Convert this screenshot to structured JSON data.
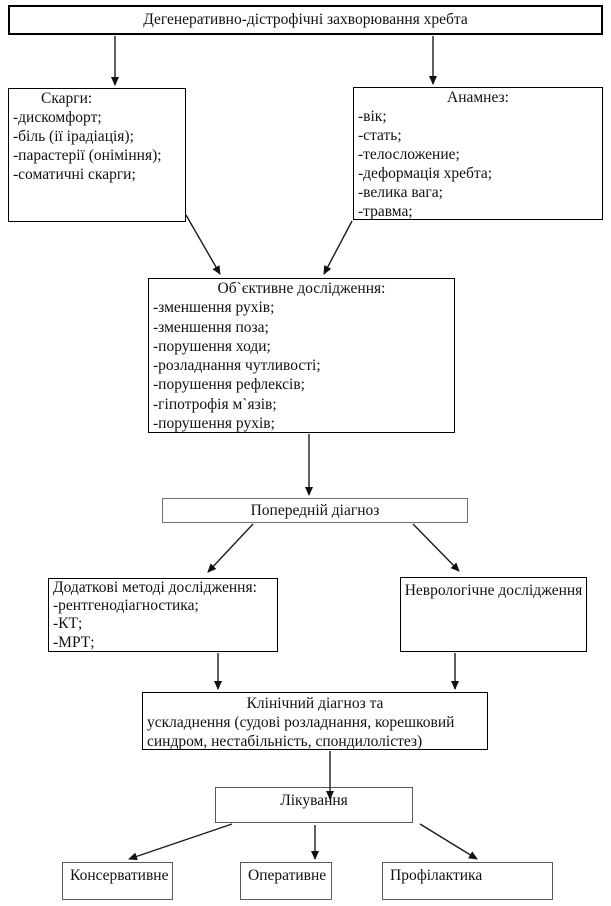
{
  "diagram": {
    "title": "Дегенеративно-дістрофічні захворювання хребта",
    "boxes": {
      "complaints": {
        "heading": "Скарги:",
        "items": [
          "-дискомфорт;",
          "-біль (ії ірадіація);",
          "-парастерії (оніміння);",
          "-соматичні скарги;"
        ]
      },
      "anamnesis": {
        "heading": "Анамнез:",
        "items": [
          "-вік;",
          "-стать;",
          "-телосложение;",
          "-деформація хребта;",
          "-велика вага;",
          "-травма;"
        ]
      },
      "objective": {
        "heading": "Об`єктивне  дослідження:",
        "items": [
          "-зменшення рухів;",
          "-зменшення поза;",
          "-порушення ходи;",
          "-розладнання чутливості;",
          "-порушення рефлексів;",
          "-гіпотрофія м`язів;",
          "-порушення рухів;"
        ]
      },
      "preliminary": {
        "label": "Попередній діагноз"
      },
      "additional": {
        "heading": "Додаткові методі дослідження:",
        "items": [
          "-рентгенодіагностика;",
          "-КТ;",
          "-МРТ;"
        ]
      },
      "neurological": {
        "label": "Неврологічне дослідження"
      },
      "clinical": {
        "line1": "Клінічний  діагноз та",
        "line2": "ускладнення (судові  розладнання, корешковий синдром, нестабільність, спондилолістез)"
      },
      "treatment": {
        "label": "Лікування"
      },
      "conservative": {
        "label": "Консервативне"
      },
      "operative": {
        "label": "Оперативне"
      },
      "prevention": {
        "label": "Профілактика"
      }
    },
    "colors": {
      "line": "#1c1c1c",
      "border": "#000000",
      "background": "#ffffff"
    }
  }
}
